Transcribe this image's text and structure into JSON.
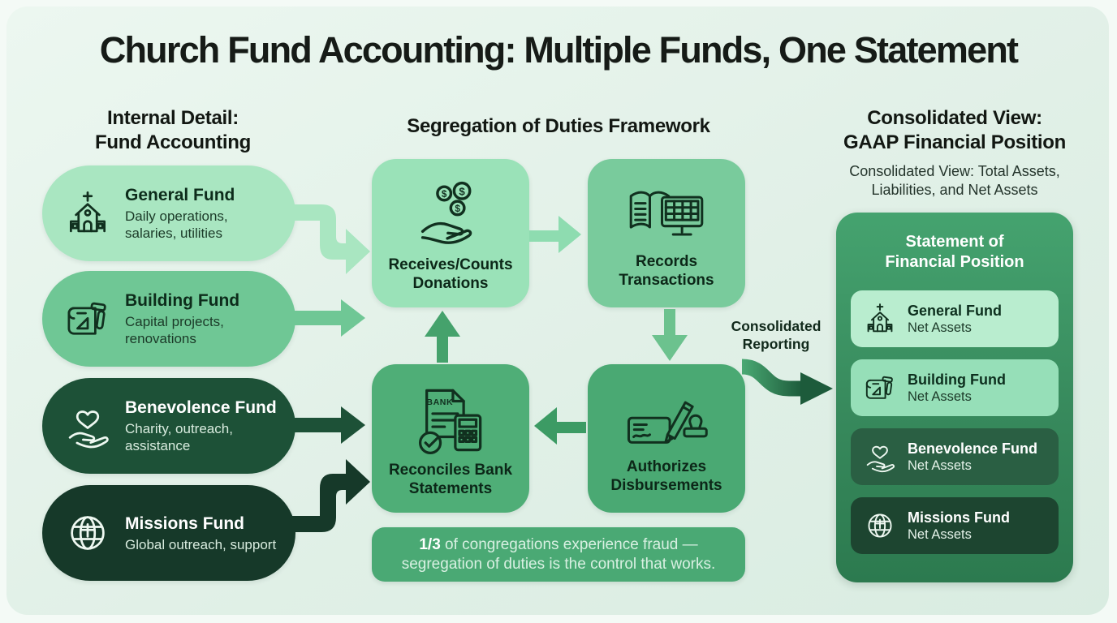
{
  "title": "Church Fund Accounting: Multiple Funds, One Statement",
  "colors": {
    "background": "#e1f0e7",
    "pill_general": "#a9e6c1",
    "pill_building": "#6fc795",
    "pill_benevolence": "#1d5137",
    "pill_missions": "#163929",
    "box_receives": "#9ae2b8",
    "box_records": "#79cb9c",
    "box_reconciles": "#4fae77",
    "box_authorizes": "#4aa973",
    "callout": "#4aa974",
    "panel_top": "#45a36f",
    "panel_bottom": "#2c7a4f",
    "card_general": "#b9edcf",
    "card_building": "#96dfb8",
    "card_benevolence": "#2a5f43",
    "card_missions": "#1d4530"
  },
  "left_column": {
    "heading_line1": "Internal Detail:",
    "heading_line2": "Fund Accounting",
    "funds": [
      {
        "name": "General Fund",
        "description": "Daily operations, salaries, utilities",
        "icon": "church-icon"
      },
      {
        "name": "Building Fund",
        "description": "Capital projects, renovations",
        "icon": "blueprint-hammer-icon"
      },
      {
        "name": "Benevolence Fund",
        "description": "Charity, outreach, assistance",
        "icon": "heart-in-hand-icon"
      },
      {
        "name": "Missions Fund",
        "description": "Global outreach, support",
        "icon": "globe-cross-icon"
      }
    ]
  },
  "center_column": {
    "heading": "Segregation of Duties Framework",
    "steps": [
      {
        "line1": "Receives/Counts",
        "line2": "Donations",
        "icon": "hand-coins-icon"
      },
      {
        "line1": "Records",
        "line2": "Transactions",
        "icon": "ledger-monitor-icon"
      },
      {
        "line1": "Reconciles Bank",
        "line2": "Statements",
        "icon": "bank-statement-calculator-icon"
      },
      {
        "line1": "Authorizes",
        "line2": "Disbursements",
        "icon": "pen-stamp-icon"
      }
    ],
    "callout": {
      "stat": "1/3",
      "line1_rest": " of congregations experience fraud —",
      "line2": "segregation of duties is the control that works."
    }
  },
  "flow_label": {
    "line1": "Consolidated",
    "line2": "Reporting"
  },
  "right_column": {
    "heading_line1": "Consolidated View:",
    "heading_line2": "GAAP Financial Position",
    "subtitle_line1": "Consolidated View: Total Assets,",
    "subtitle_line2": "Liabilities, and Net Assets",
    "panel": {
      "title_line1": "Statement of",
      "title_line2": "Financial Position",
      "items": [
        {
          "name": "General Fund",
          "value": "Net Assets",
          "icon": "church-icon"
        },
        {
          "name": "Building Fund",
          "value": "Net Assets",
          "icon": "blueprint-hammer-icon"
        },
        {
          "name": "Benevolence Fund",
          "value": "Net Assets",
          "icon": "heart-in-hand-icon"
        },
        {
          "name": "Missions Fund",
          "value": "Net Assets",
          "icon": "globe-cross-icon"
        }
      ]
    }
  },
  "icon_text": {
    "bank_doc_label": "BANK",
    "coin_symbol": "$"
  }
}
